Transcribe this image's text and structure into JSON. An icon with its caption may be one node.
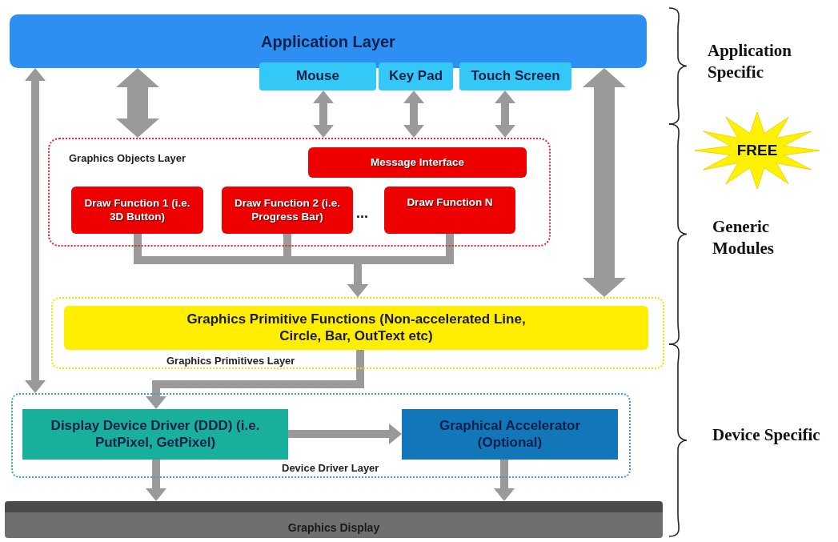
{
  "diagram": {
    "nodes": [
      {
        "text": [
          "Application Layer"
        ]
      },
      {
        "text": [
          "Mouse"
        ]
      },
      {
        "text": [
          "Key Pad"
        ]
      },
      {
        "text": [
          "Touch Screen"
        ]
      },
      {
        "text": [
          "Graphics Objects Layer"
        ]
      },
      {
        "text": [
          "Message Interface"
        ],
        "in": 4
      },
      {
        "text": [
          "Draw Function 1 (i.e. 3D Button)"
        ],
        "in": 4
      },
      {
        "text": [
          "Draw Function 2 (i.e. Progress Bar)"
        ],
        "in": 4
      },
      {
        "text": [
          "Draw Function N"
        ],
        "in": 4
      },
      {
        "text": [
          "Graphics Primitives Layer"
        ]
      },
      {
        "text": [
          "Graphics Primitive Functions (Non-accelerated Line, Circle, Bar, OutText etc)"
        ],
        "in": 9
      },
      {
        "text": [
          "Device Driver Layer"
        ]
      },
      {
        "text": [
          "Display Device Driver (DDD) (i.e. PutPixel, GetPixel)"
        ],
        "in": 11
      },
      {
        "text": [
          "Graphical Accelerator (Optional)"
        ],
        "in": 11
      },
      {
        "text": [
          "Graphics Display"
        ]
      },
      {
        "text": [
          "FREE"
        ]
      }
    ],
    "edges": [
      {
        "from": 0,
        "to": 4,
        "arrow": "both",
        "style": "thick"
      },
      {
        "from": 1,
        "to": 4,
        "arrow": "both"
      },
      {
        "from": 2,
        "to": 4,
        "arrow": "both"
      },
      {
        "from": 3,
        "to": 4,
        "arrow": "both"
      },
      {
        "from": 0,
        "to": 11,
        "arrow": "both"
      },
      {
        "from": 0,
        "to": 9,
        "arrow": "both",
        "style": "thick"
      },
      {
        "from": 6,
        "to": 9,
        "arrow": "to"
      },
      {
        "from": 7,
        "to": 9,
        "arrow": "to"
      },
      {
        "from": 8,
        "to": 9,
        "arrow": "to"
      },
      {
        "from": 10,
        "to": 12,
        "arrow": "to"
      },
      {
        "from": 12,
        "to": 13,
        "arrow": "to"
      },
      {
        "from": 12,
        "to": 14,
        "arrow": "to"
      },
      {
        "from": 13,
        "to": 14,
        "arrow": "to"
      }
    ],
    "labels": [
      "...",
      "Application Specific",
      "Generic Modules",
      "Device Specific"
    ]
  }
}
